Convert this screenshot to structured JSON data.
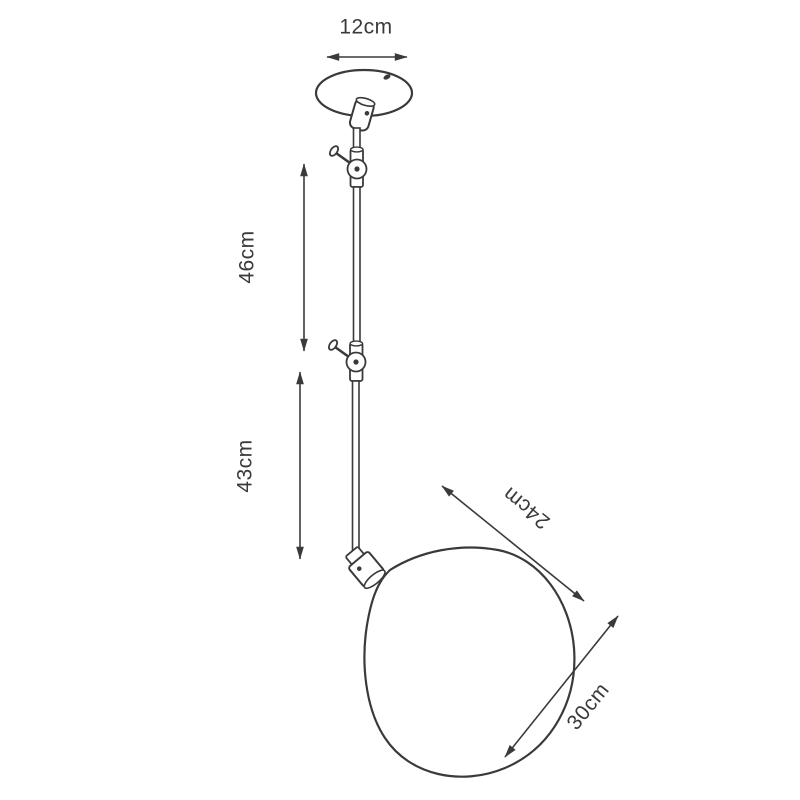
{
  "canvas": {
    "background": "#ffffff",
    "line_color": "#3a3a3a"
  },
  "labels": {
    "canopy_width": "12cm",
    "upper_rod_length": "46cm",
    "lower_rod_length": "43cm",
    "shade_width": "24cm",
    "shade_depth": "30cm"
  }
}
